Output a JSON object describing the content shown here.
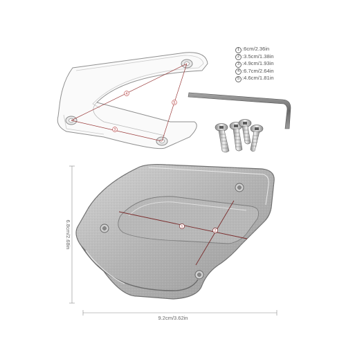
{
  "legend": [
    {
      "num": "1",
      "text": "6cm/2.36in"
    },
    {
      "num": "2",
      "text": "3.5cm/1.38in"
    },
    {
      "num": "3",
      "text": "4.9cm/1.93in"
    },
    {
      "num": "4",
      "text": "6.7cm/2.64in"
    },
    {
      "num": "5",
      "text": "4.6cm/1.81in"
    }
  ],
  "dimensions": {
    "width_label": "9.2cm/3.62in",
    "height_label": "6.8cm/2.68in"
  },
  "callouts": {
    "bracket": [
      "4",
      "5",
      "3"
    ],
    "base": [
      "1",
      "2"
    ]
  },
  "colors": {
    "measure_line": "#9a3a3a",
    "metal": "#c9c9c9",
    "metal_dark": "#8f8f8f",
    "outline": "#777777"
  }
}
